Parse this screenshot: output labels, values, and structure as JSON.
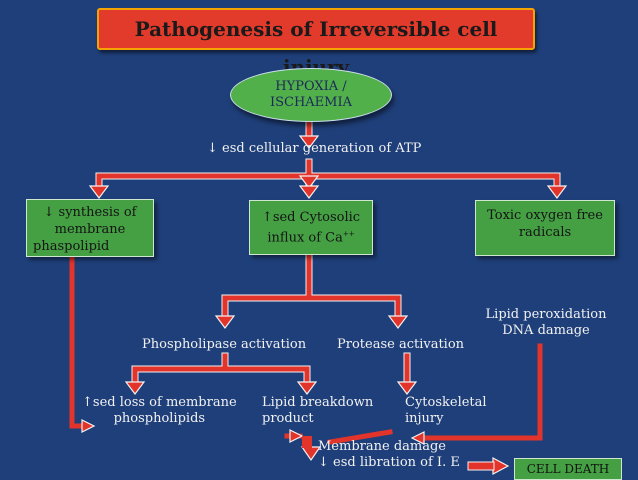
{
  "title": "Pathogenesis of Irreversible cell injury",
  "hypoxia": {
    "line1": "HYPOXIA /",
    "line2": "ISCHAEMIA"
  },
  "atp": "↓ esd cellular generation of  ATP",
  "box_left": {
    "line1": "↓ synthesis of",
    "line2": "membrane",
    "line3": "phaspolipid"
  },
  "box_mid": {
    "line1": "↑sed Cytosolic",
    "line2_a": "influx of Ca",
    "line2_sup": "++"
  },
  "box_right": {
    "line1": "Toxic oxygen free",
    "line2": "radicals"
  },
  "lipid": {
    "line1": "Lipid peroxidation",
    "line2": "DNA damage"
  },
  "phospholipase": "Phospholipase activation",
  "protease": "Protease activation",
  "loss": {
    "line1": "↑sed loss of membrane",
    "line2": "phospholipids"
  },
  "breakdown": {
    "line1": "Lipid breakdown",
    "line2": "product"
  },
  "cyto": {
    "line1": "Cytoskeletal",
    "line2": "injury"
  },
  "membrane_damage": {
    "line1": "Membrane damage",
    "line2": "↓ esd libration of  I. E"
  },
  "cell_death": "CELL DEATH",
  "colors": {
    "background": "#1f3f7a",
    "title": "#e23b2b",
    "box": "#44a043",
    "arrow": "#e2342b"
  }
}
